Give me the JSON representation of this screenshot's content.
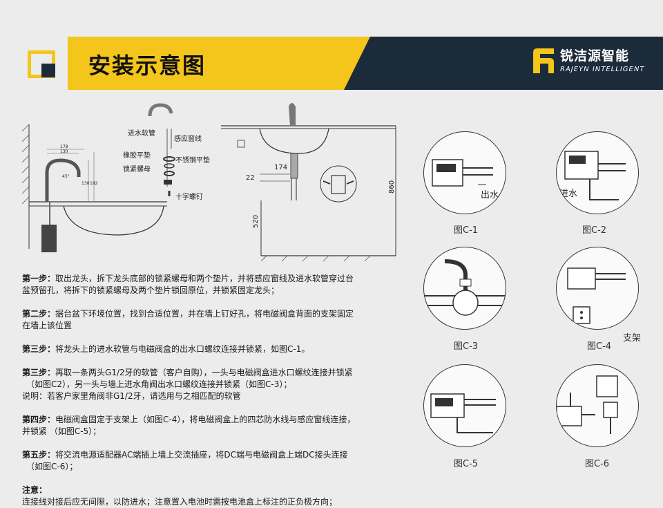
{
  "header": {
    "title": "安装示意图",
    "brand_cn": "锐洁源智能",
    "brand_en": "RAJEYN INTELLIGENT",
    "colors": {
      "accent_yellow": "#f4c51a",
      "dark_navy": "#1c2b3a"
    }
  },
  "diagram_left": {
    "labels": {
      "inlet_hose": "进水软管",
      "sensor_window_line": "感应窗线",
      "rubber_gasket": "橡胶平垫",
      "stainless_gasket": "不锈钢平垫",
      "lock_nut": "锁紧螺母",
      "cross_screw": "十字螺钉"
    },
    "dims": {
      "d178": "178",
      "d130": "130",
      "d45": "45°",
      "d130b": "130",
      "d192": "192"
    }
  },
  "diagram_middle": {
    "dims": {
      "d174": "174",
      "d22": "22",
      "d860": "860",
      "d520": "520"
    }
  },
  "figures": [
    {
      "caption": "图C-1",
      "note": "出水"
    },
    {
      "caption": "图C-2",
      "note": "进水"
    },
    {
      "caption": "图C-3",
      "note": ""
    },
    {
      "caption": "图C-4",
      "note": "支架"
    },
    {
      "caption": "图C-5",
      "note": ""
    },
    {
      "caption": "图C-6",
      "note": ""
    }
  ],
  "steps": [
    {
      "label": "第一步：",
      "lines": [
        "取出龙头，拆下龙头底部的锁紧螺母和两个垫片，并将感应窗线及进水软管穿过台",
        "盆预留孔，将拆下的锁紧螺母及两个垫片锁回原位，并锁紧固定龙头；"
      ]
    },
    {
      "label": "第二步：",
      "lines": [
        "据台盆下环境位置，找到合适位置，并在墙上钉好孔，将电磁阀盒背面的支架固定",
        "在墙上该位置"
      ]
    },
    {
      "label": "第三步：",
      "lines": [
        "将龙头上的进水软管与电磁阀盒的出水口螺纹连接并锁紧，如图C-1。"
      ]
    },
    {
      "label": "第三步：",
      "lines": [
        "再取一条两头G1/2牙的软管（客户自购），一头与电磁阀盒进水口螺纹连接并锁紧",
        "（如图C2），另一头与墙上进水角阀出水口螺纹连接并锁紧（如图C-3）；"
      ],
      "extra": "说明：若客户家里角阀非G1/2牙，请选用与之相匹配的软管"
    },
    {
      "label": "第四步：",
      "lines": [
        "电磁阀盒固定于支架上（如图C-4），将电磁阀盒上的四芯防水线与感应窗线连接，",
        "并锁紧 （如图C-5）；"
      ]
    },
    {
      "label": "第五步：",
      "lines": [
        "将交流电源适配器AC端插上墙上交流插座，将DC端与电磁阀盒上端DC接头连接",
        "（如图C-6）；"
      ]
    }
  ],
  "note": {
    "label": "注意：",
    "text": "连接线对接后应无间隙，以防进水；注意置入电池时需按电池盒上标注的正负极方向；"
  }
}
